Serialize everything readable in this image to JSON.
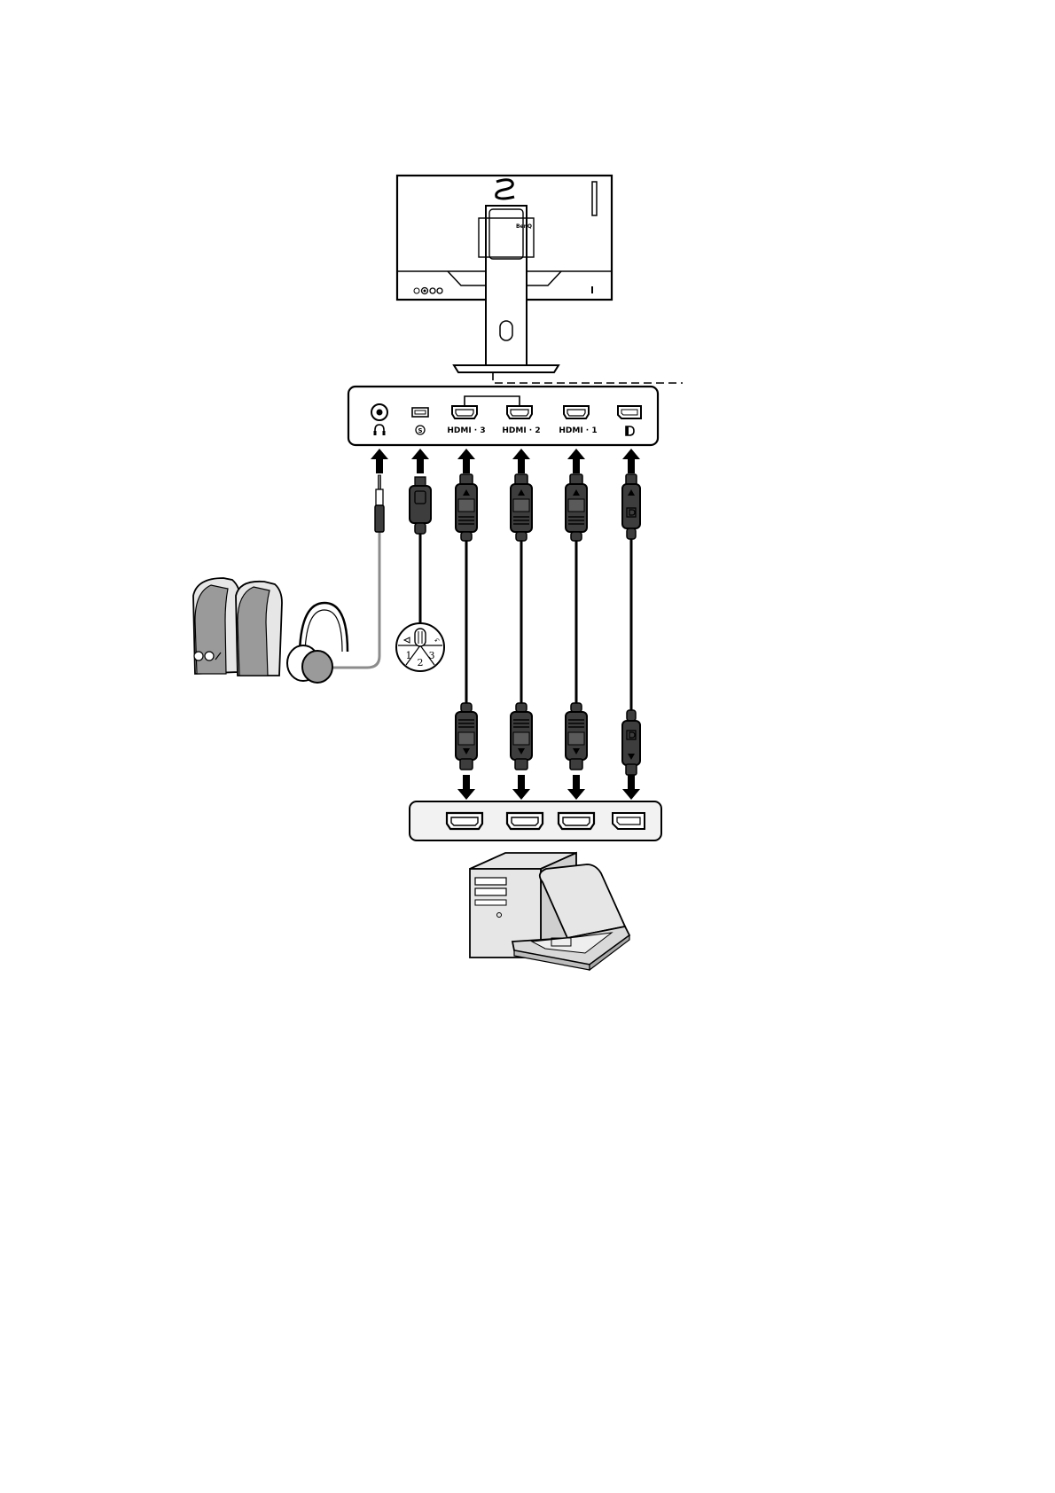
{
  "monitor": {
    "brand_mark": "BenQ"
  },
  "port_labels": {
    "hdmi3": "HDMI · 3",
    "hdmi2": "HDMI · 2",
    "hdmi1": "HDMI · 1"
  },
  "controller_numbers": [
    "1",
    "2",
    "3"
  ],
  "colors": {
    "outline": "#000000",
    "connector_fill": "#3d3d3d",
    "panel_fill": "#f2f2f2",
    "device_fill": "#e6e6e6",
    "cable_gray": "#8c8c8c"
  },
  "icons": {
    "headphone_port": "headphone-icon",
    "controller_port": "s-switch-icon",
    "displayport_port": "displayport-icon",
    "arrows": "arrow-icon"
  }
}
